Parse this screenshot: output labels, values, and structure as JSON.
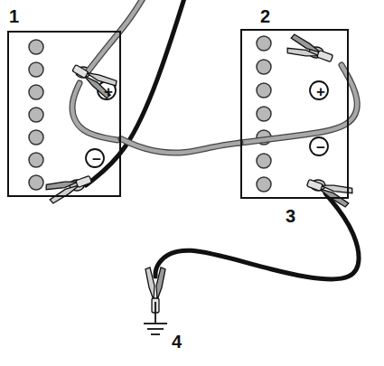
{
  "diagram": {
    "nodes": [
      {
        "text": [
          "1",
          "+",
          "−"
        ]
      },
      {
        "text": [
          "2",
          "+",
          "−"
        ]
      }
    ],
    "edges": [
      {
        "from": 0,
        "to": 1,
        "arrow": "none"
      }
    ],
    "labels": [
      "3",
      "4"
    ]
  }
}
